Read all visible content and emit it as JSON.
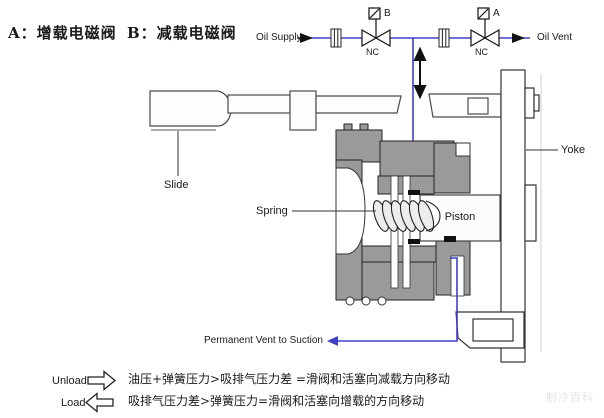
{
  "title_legend": {
    "a": "A：增载电磁阀",
    "b": "B：减载电磁阀"
  },
  "piping": {
    "oil_supply_label": "Oil Supply",
    "oil_vent_label": "Oil Vent",
    "valve_b": {
      "letter": "B",
      "state": "NC"
    },
    "valve_a": {
      "letter": "A",
      "state": "NC"
    }
  },
  "mechanism_labels": {
    "slide": "Slide",
    "spring": "Spring",
    "piston": "Piston",
    "yoke": "Yoke",
    "permanent_vent": "Permanent Vent to Suction"
  },
  "motion_legend": {
    "unload_label": "Unload",
    "unload_rule": "油压+弹簧压力>吸排气压力差 =滑阀和活塞向减载方向移动",
    "load_label": "Load",
    "load_rule": "吸排气压力差>弹簧压力=滑阀和活塞向增载的方向移动"
  },
  "watermark": "制冷百科",
  "colors": {
    "pipe_blue": "#4040c8",
    "body_gray": "#9a9a9a",
    "outline": "#333333"
  }
}
